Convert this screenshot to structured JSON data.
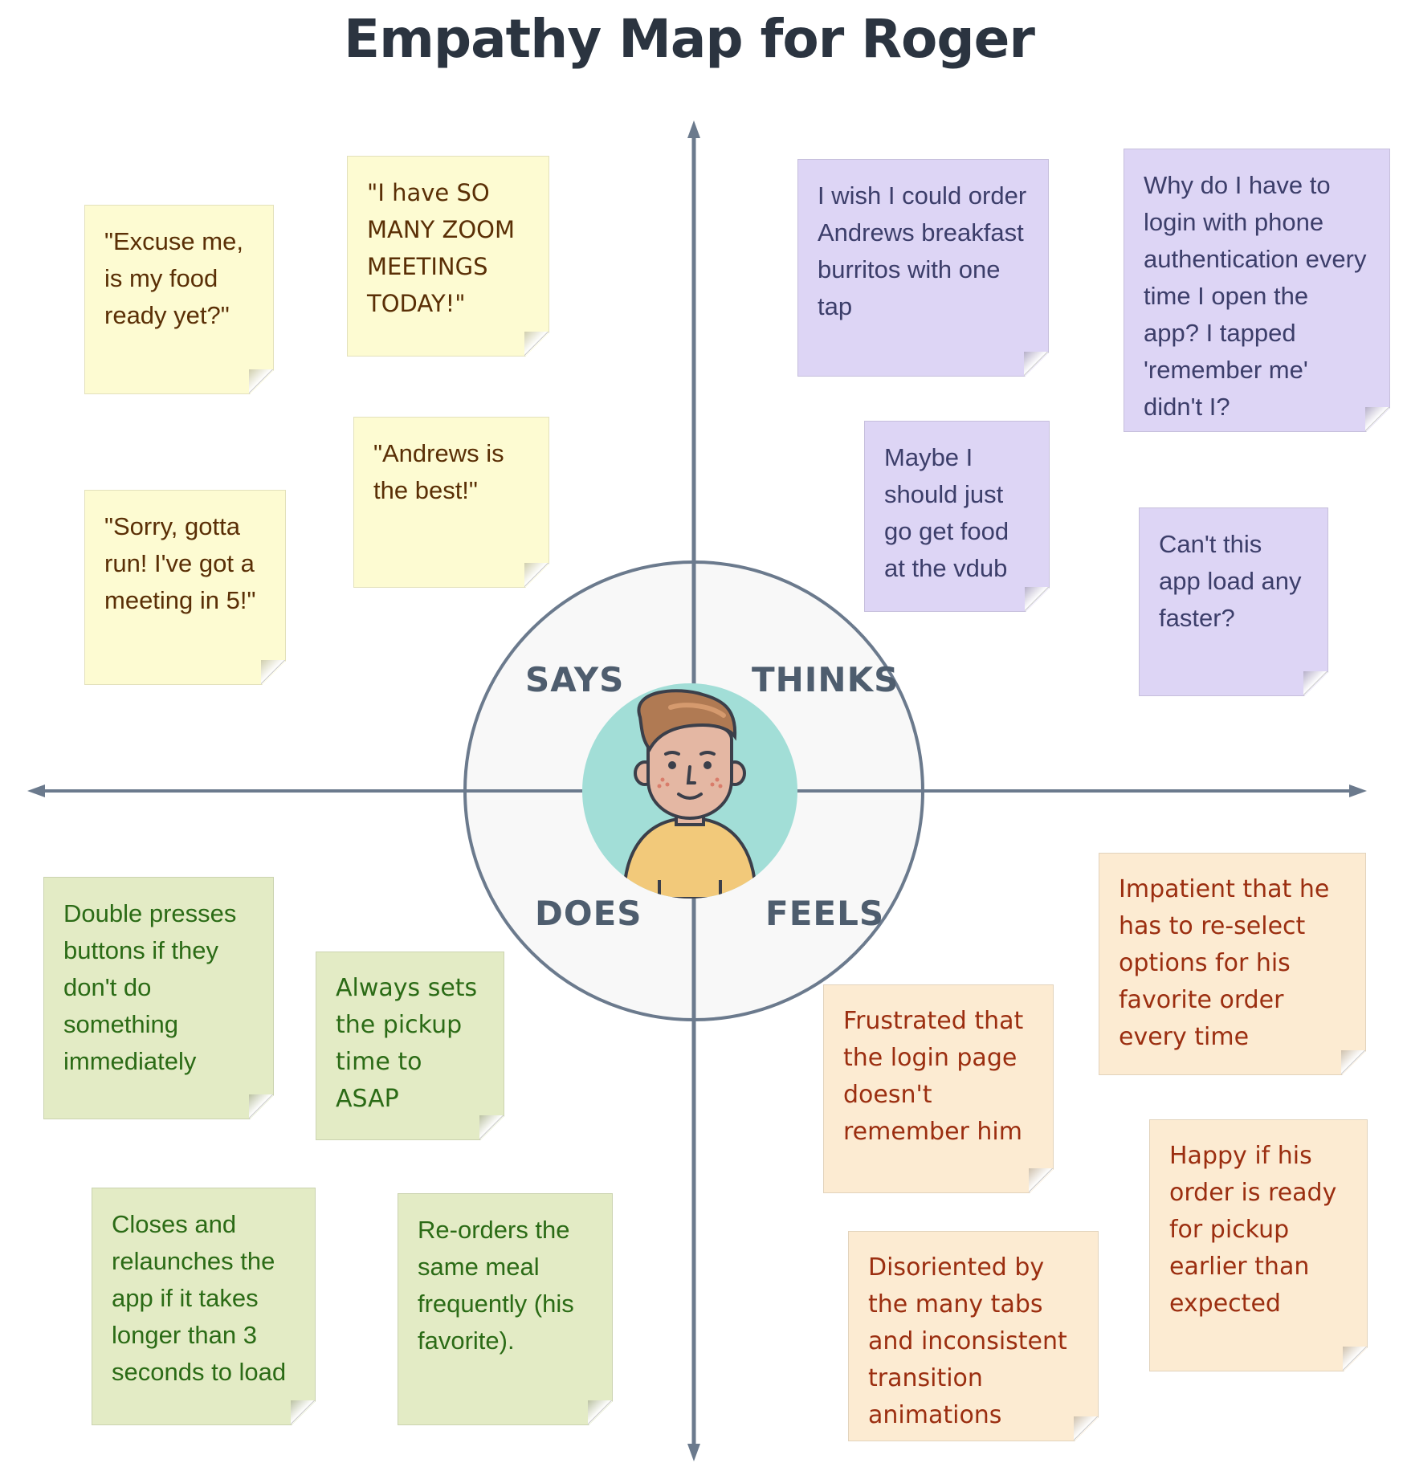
{
  "title": "Empathy Map for Roger",
  "quadrants": {
    "says": "SAYS",
    "thinks": "THINKS",
    "does": "DOES",
    "feels": "FEELS"
  },
  "notes": {
    "says": [
      "\"Excuse me, is my food ready yet?\"",
      "\"I have SO MANY ZOOM MEETINGS TODAY!\"",
      "\"Andrews is the best!\"",
      "\"Sorry, gotta run! I've got a meeting in 5!\""
    ],
    "thinks": [
      "I wish I could order Andrews breakfast burritos with one tap",
      "Why do I have to login with phone authentication every time I open the app? I tapped 'remember me' didn't I?",
      "Maybe I should just go get food at the vdub",
      "Can't this app load any faster?"
    ],
    "does": [
      "Double presses buttons if they don't do something immediately",
      "Always sets the pickup time to ASAP",
      "Closes and relaunches the app if it takes longer than 3 seconds to load",
      "Re-orders the same meal frequently (his favorite)."
    ],
    "feels": [
      "Impatient that he has to re-select options for his favorite order every time",
      "Frustrated that the login page doesn't remember him",
      "Happy if his order is ready for pickup earlier than expected",
      "Disoriented by the many tabs and inconsistent transition animations"
    ]
  },
  "colors": {
    "axis": "#6b7a8d",
    "says": "#fdfbd2",
    "thinks": "#ddd5f5",
    "does": "#e3ebc5",
    "feels": "#fcebd2",
    "avatar_bg": "#a2ded7"
  },
  "icons": {
    "avatar": "person-avatar-icon"
  }
}
